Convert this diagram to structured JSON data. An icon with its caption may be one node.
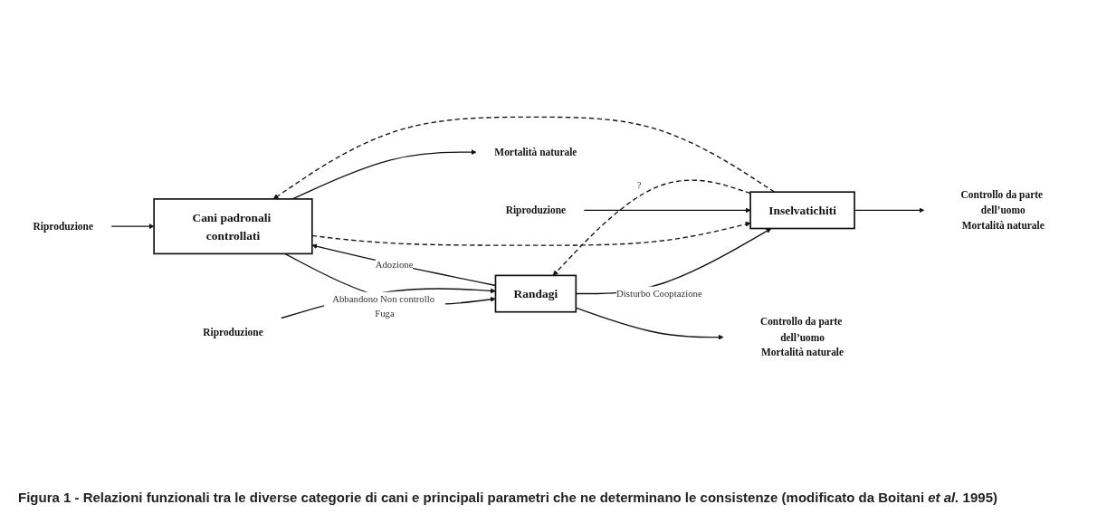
{
  "diagram": {
    "caption": "Figura 1 - Relazioni funzionali tra le diverse categorie di cani e principali parametri che ne determinano le consistenze (modificato da Boitani *et al.* 1995)",
    "nodes": [
      {
        "text": [
          "Cani padronali controllati"
        ]
      },
      {
        "text": [
          "Randagi"
        ]
      },
      {
        "text": [
          "Inselvatichiti"
        ]
      },
      {
        "text": [
          "Mortalità naturale"
        ]
      },
      {
        "text": [
          "Controllo da parte dell’uomo",
          "Mortalità naturale"
        ]
      },
      {
        "text": [
          "Controllo da parte dell’uomo",
          "Mortalità naturale"
        ]
      },
      {
        "text": [
          "Riproduzione"
        ]
      },
      {
        "text": [
          "Riproduzione"
        ]
      },
      {
        "text": [
          "Riproduzione"
        ]
      }
    ],
    "edges": [
      {
        "from": 0,
        "to": 1,
        "arrow": "to",
        "label": "Abbandono Non controllo Fuga"
      },
      {
        "from": 1,
        "to": 0,
        "arrow": "to",
        "label": "Adozione"
      },
      {
        "from": 1,
        "to": 2,
        "arrow": "to",
        "label": "Disturbo Cooptazione"
      },
      {
        "from": 2,
        "to": 1,
        "arrow": "to",
        "label": "?",
        "style": "dashed"
      },
      {
        "from": 2,
        "to": 0,
        "arrow": "to",
        "style": "dashed"
      },
      {
        "from": 0,
        "to": 2,
        "arrow": "to",
        "style": "dashed"
      },
      {
        "from": 0,
        "to": 3,
        "arrow": "to"
      },
      {
        "from": 1,
        "to": 4,
        "arrow": "to"
      },
      {
        "from": 2,
        "to": 5,
        "arrow": "to"
      },
      {
        "from": 6,
        "to": 0,
        "arrow": "to"
      },
      {
        "from": 7,
        "to": 1,
        "arrow": "to"
      },
      {
        "from": 8,
        "to": 2,
        "arrow": "to"
      }
    ]
  }
}
